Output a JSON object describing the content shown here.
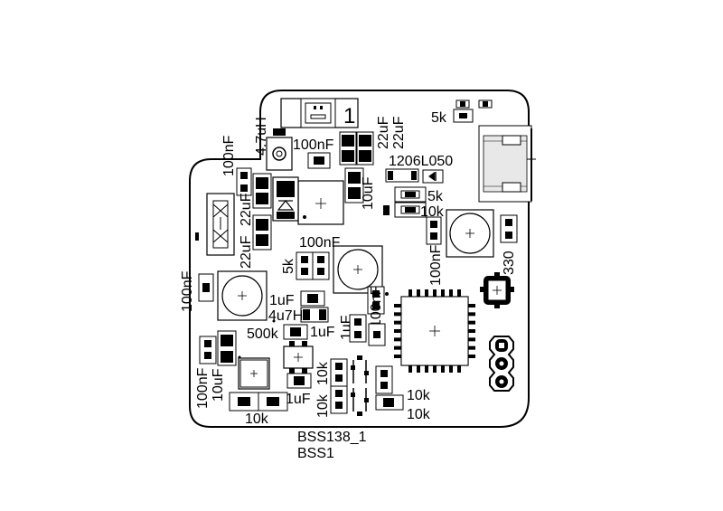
{
  "labels": {
    "pin_one": "1",
    "r_5k_top": "5k",
    "c_22uf_a": "22uF",
    "c_22uf_b": "22uF",
    "l_47uh": "4.7uH",
    "c_100nf_top": "100nF",
    "c_100nf_left_top": "100nF",
    "part_1206l050": "1206L050",
    "r_5k_mid": "5k",
    "r_10k_mid": "10k",
    "c_10uf_mid": "10uF",
    "c_22uf_left_a": "22uF",
    "c_22uf_left_b": "22uF",
    "c_100nf_mid": "100nF",
    "r_5k_left": "5k",
    "c_100nf_right": "100nF",
    "r_330": "330",
    "c_100nf_left": "100nF",
    "c_1uf_a": "1uF",
    "l_4u7h": "4u7H",
    "c_100nf_center": "100nF",
    "r_500k": "500k",
    "c_1uf_b": "1uF",
    "c_1uf_c": "1uF",
    "c_100nf_bottom_left": "100nF",
    "c_10uf_bottom_left": "10uF",
    "r_10k_v_a": "10k",
    "r_10k_v_b": "10k",
    "c_1uf_bottom": "1uF",
    "r_10k_right_a": "10k",
    "r_10k_right_b": "10k",
    "r_10k_bottom": "10k",
    "part_bss138_1": "BSS138_1",
    "part_bss1": "BSS1"
  }
}
